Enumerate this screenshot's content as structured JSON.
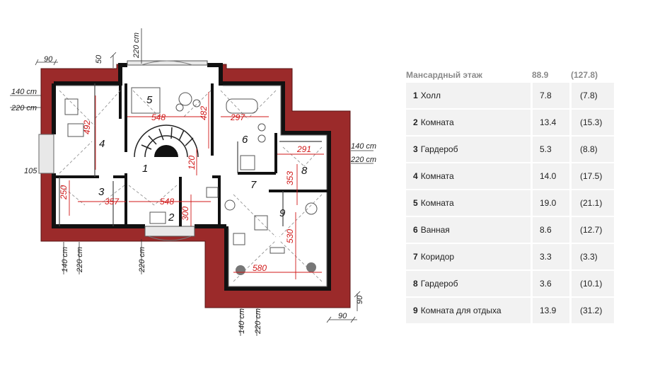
{
  "plan": {
    "ext_dims": {
      "top_90": "90",
      "top_50": "50",
      "top_220": "220 cm",
      "left_140": "140 cm",
      "left_220": "220 cm",
      "left_105": "105",
      "bottom_left_140": "140 cm",
      "bottom_left_220": "220 cm",
      "bottom_mid_220": "220 cm",
      "bottom_140": "140 cm",
      "bottom_220": "220 cm",
      "bottom_90": "90",
      "right_90": "90",
      "right_140": "140 cm",
      "right_220": "220 cm"
    },
    "int_dims": {
      "d492": "492",
      "d548a": "548",
      "d482": "482",
      "d297": "297",
      "d120": "120",
      "d291": "291",
      "d353": "353",
      "d250": "250",
      "d357": "357",
      "d548b": "548",
      "d300": "300",
      "d530": "530",
      "d580": "580"
    },
    "room_numbers": [
      "1",
      "2",
      "3",
      "4",
      "5",
      "6",
      "7",
      "8",
      "9"
    ]
  },
  "table": {
    "header": {
      "title": "Мансардный этаж",
      "area": "88.9",
      "area_total": "(127.8)"
    },
    "rows": [
      {
        "num": "1",
        "name": "Холл",
        "area": "7.8",
        "area_total": "(7.8)"
      },
      {
        "num": "2",
        "name": "Комната",
        "area": "13.4",
        "area_total": "(15.3)"
      },
      {
        "num": "3",
        "name": "Гардероб",
        "area": "5.3",
        "area_total": "(8.8)"
      },
      {
        "num": "4",
        "name": "Комната",
        "area": "14.0",
        "area_total": "(17.5)"
      },
      {
        "num": "5",
        "name": "Комната",
        "area": "19.0",
        "area_total": "(21.1)"
      },
      {
        "num": "6",
        "name": "Ванная",
        "area": "8.6",
        "area_total": "(12.7)"
      },
      {
        "num": "7",
        "name": "Коридор",
        "area": "3.3",
        "area_total": "(3.3)"
      },
      {
        "num": "8",
        "name": "Гардероб",
        "area": "3.6",
        "area_total": "(10.1)"
      },
      {
        "num": "9",
        "name": "Комната для отдыха",
        "area": "13.9",
        "area_total": "(31.2)"
      }
    ]
  },
  "colors": {
    "roof": "#9b2a2a",
    "wall": "#111111",
    "dim_red": "#d01818",
    "row_bg": "#f2f2f2"
  }
}
